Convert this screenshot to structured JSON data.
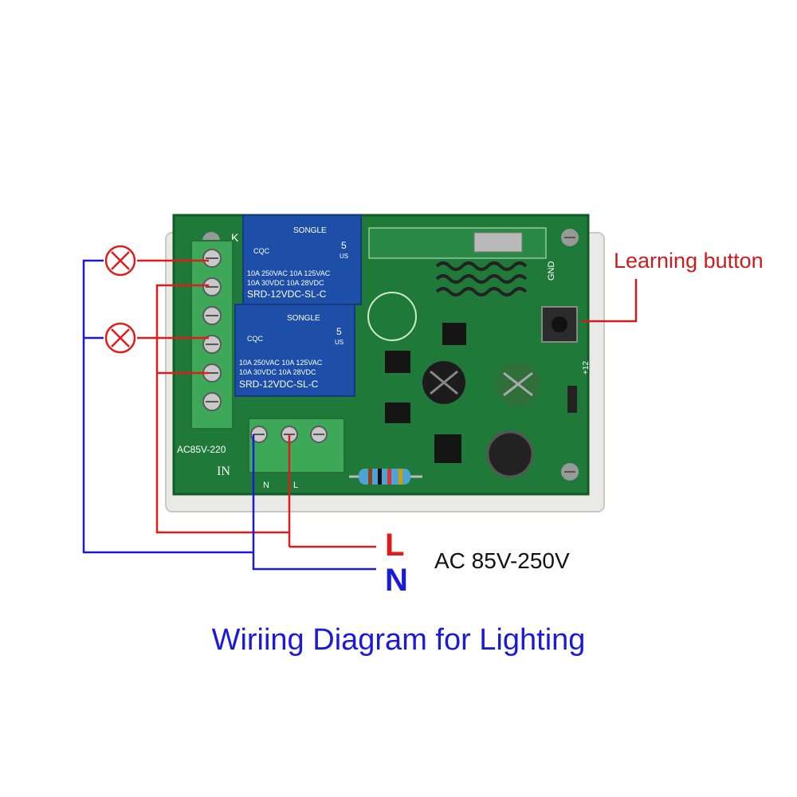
{
  "title": "Wiriing Diagram for Lighting",
  "labels": {
    "learning_button": "Learning button",
    "supply": "AC 85V-250V",
    "line": "L",
    "neutral": "N"
  },
  "board": {
    "relay_brand": "SONGLE",
    "relay_rating_line1": "10A 250VAC  10A 125VAC",
    "relay_rating_line2": "10A  30VDC  10A  28VDC",
    "relay_model": "SRD-12VDC-SL-C",
    "relay_pin_count": "5",
    "relay_cert": "CQC",
    "input_voltage": "AC85V-220",
    "input_label": "IN",
    "terminal_n": "N",
    "terminal_l": "L",
    "gnd_label": "GND",
    "plus12_label": "+12",
    "k_label": "K",
    "us_label": "US"
  },
  "colors": {
    "line_wire": "#e01b1b",
    "neutral_wire": "#1a1ad8",
    "pcb": "#1f7a3a",
    "relay": "#1e4fa8",
    "terminal": "#3da858",
    "title": "#1a1ad8"
  }
}
